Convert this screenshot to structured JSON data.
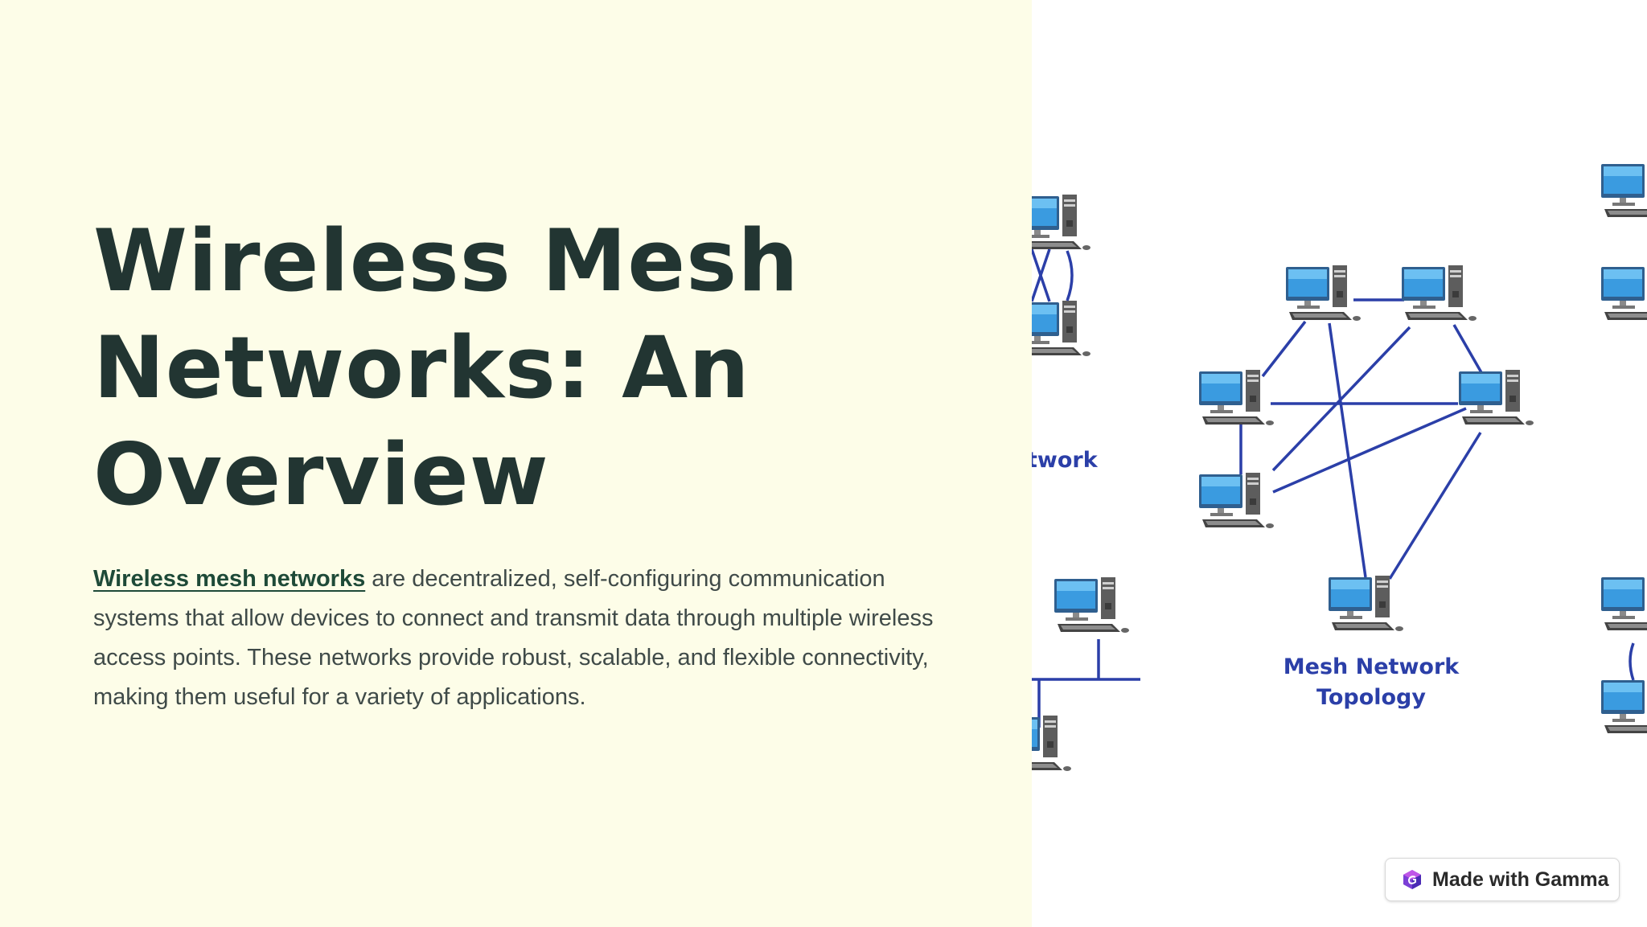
{
  "slide": {
    "title_lines": [
      "Wireless Mesh",
      "Networks: An",
      "Overview"
    ],
    "body_link": "Wireless mesh networks",
    "body_text": " are decentralized, self-configuring communication systems that allow devices to connect and transmit data through multiple wireless access points. These networks provide robust, scalable, and flexible connectivity, making them useful for a variety of applications.",
    "accent_color": "#223532",
    "link_color": "#1e4a38",
    "background_color": "#fdfde8"
  },
  "image": {
    "caption_line1": "Mesh Network",
    "caption_line2": "Topology",
    "partial_label": "twork",
    "link_color": "#2b3fa8"
  },
  "badge": {
    "label": "Made with Gamma",
    "icon": "gamma-logo-icon"
  }
}
